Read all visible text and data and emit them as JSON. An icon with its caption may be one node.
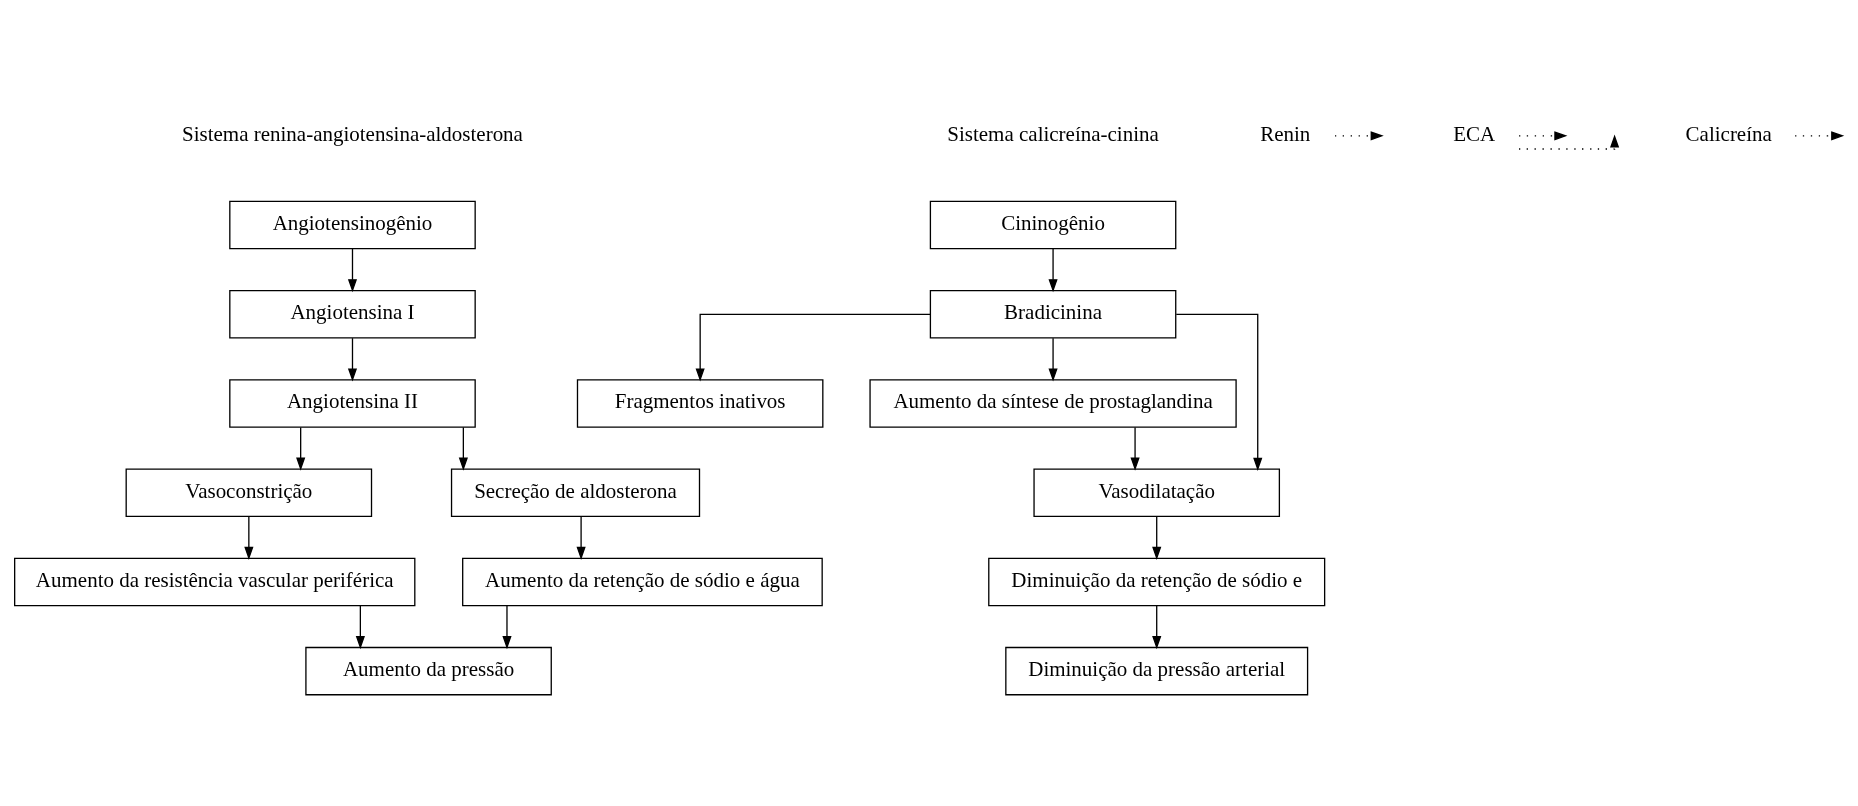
{
  "diagram": {
    "nodes": [
      {
        "text": [
          "Angiotensinogênio"
        ]
      },
      {
        "text": [
          "Angiotensina I"
        ]
      },
      {
        "text": [
          "Angiotensina II"
        ]
      },
      {
        "text": [
          "Vasoconstrição"
        ]
      },
      {
        "text": [
          "Secreção de aldosterona"
        ]
      },
      {
        "text": [
          "Aumento da resistência vascular periférica"
        ]
      },
      {
        "text": [
          "Aumento da retenção de sódio e água"
        ]
      },
      {
        "text": [
          "Aumento da pressão"
        ]
      },
      {
        "text": [
          "Renin"
        ]
      },
      {
        "text": [
          "ECA"
        ]
      },
      {
        "text": [
          "Calicreína"
        ]
      },
      {
        "text": [
          "Cininogênio"
        ]
      },
      {
        "text": [
          "Bradicinina"
        ]
      },
      {
        "text": [
          "Fragmentos inativos"
        ]
      },
      {
        "text": [
          "Aumento da síntese de prostaglandina"
        ]
      },
      {
        "text": [
          "Vasodilatação"
        ]
      },
      {
        "text": [
          "Diminuição da retenção de sódio e"
        ]
      },
      {
        "text": [
          "Diminuição da pressão arterial"
        ]
      }
    ],
    "edges": [
      {
        "from": 0,
        "to": 1,
        "arrow": "to"
      },
      {
        "from": 1,
        "to": 2,
        "arrow": "to"
      },
      {
        "from": 2,
        "to": 3,
        "arrow": "to"
      },
      {
        "from": 2,
        "to": 4,
        "arrow": "to"
      },
      {
        "from": 3,
        "to": 5,
        "arrow": "to"
      },
      {
        "from": 4,
        "to": 6,
        "arrow": "to"
      },
      {
        "from": 5,
        "to": 7,
        "arrow": "to"
      },
      {
        "from": 6,
        "to": 7,
        "arrow": "to"
      },
      {
        "from": 8,
        "to": null,
        "arrow": "to",
        "style": "dashed"
      },
      {
        "from": 9,
        "to": null,
        "arrow": "to",
        "style": "dashed"
      },
      {
        "from": 9,
        "to": null,
        "arrow": "to",
        "style": "dashed"
      },
      {
        "from": 10,
        "to": null,
        "arrow": "to",
        "style": "dashed"
      },
      {
        "from": 11,
        "to": 12,
        "arrow": "to"
      },
      {
        "from": 12,
        "to": 13,
        "arrow": "to"
      },
      {
        "from": 12,
        "to": 14,
        "arrow": "to"
      },
      {
        "from": 12,
        "to": 15,
        "arrow": "to"
      },
      {
        "from": 14,
        "to": 15,
        "arrow": "to"
      },
      {
        "from": 15,
        "to": 16,
        "arrow": "to"
      },
      {
        "from": 16,
        "to": 17,
        "arrow": "to"
      }
    ],
    "labels": [
      "Sistema renina-angiotensina-aldosterona",
      "Sistema calicreína-cinina"
    ]
  }
}
